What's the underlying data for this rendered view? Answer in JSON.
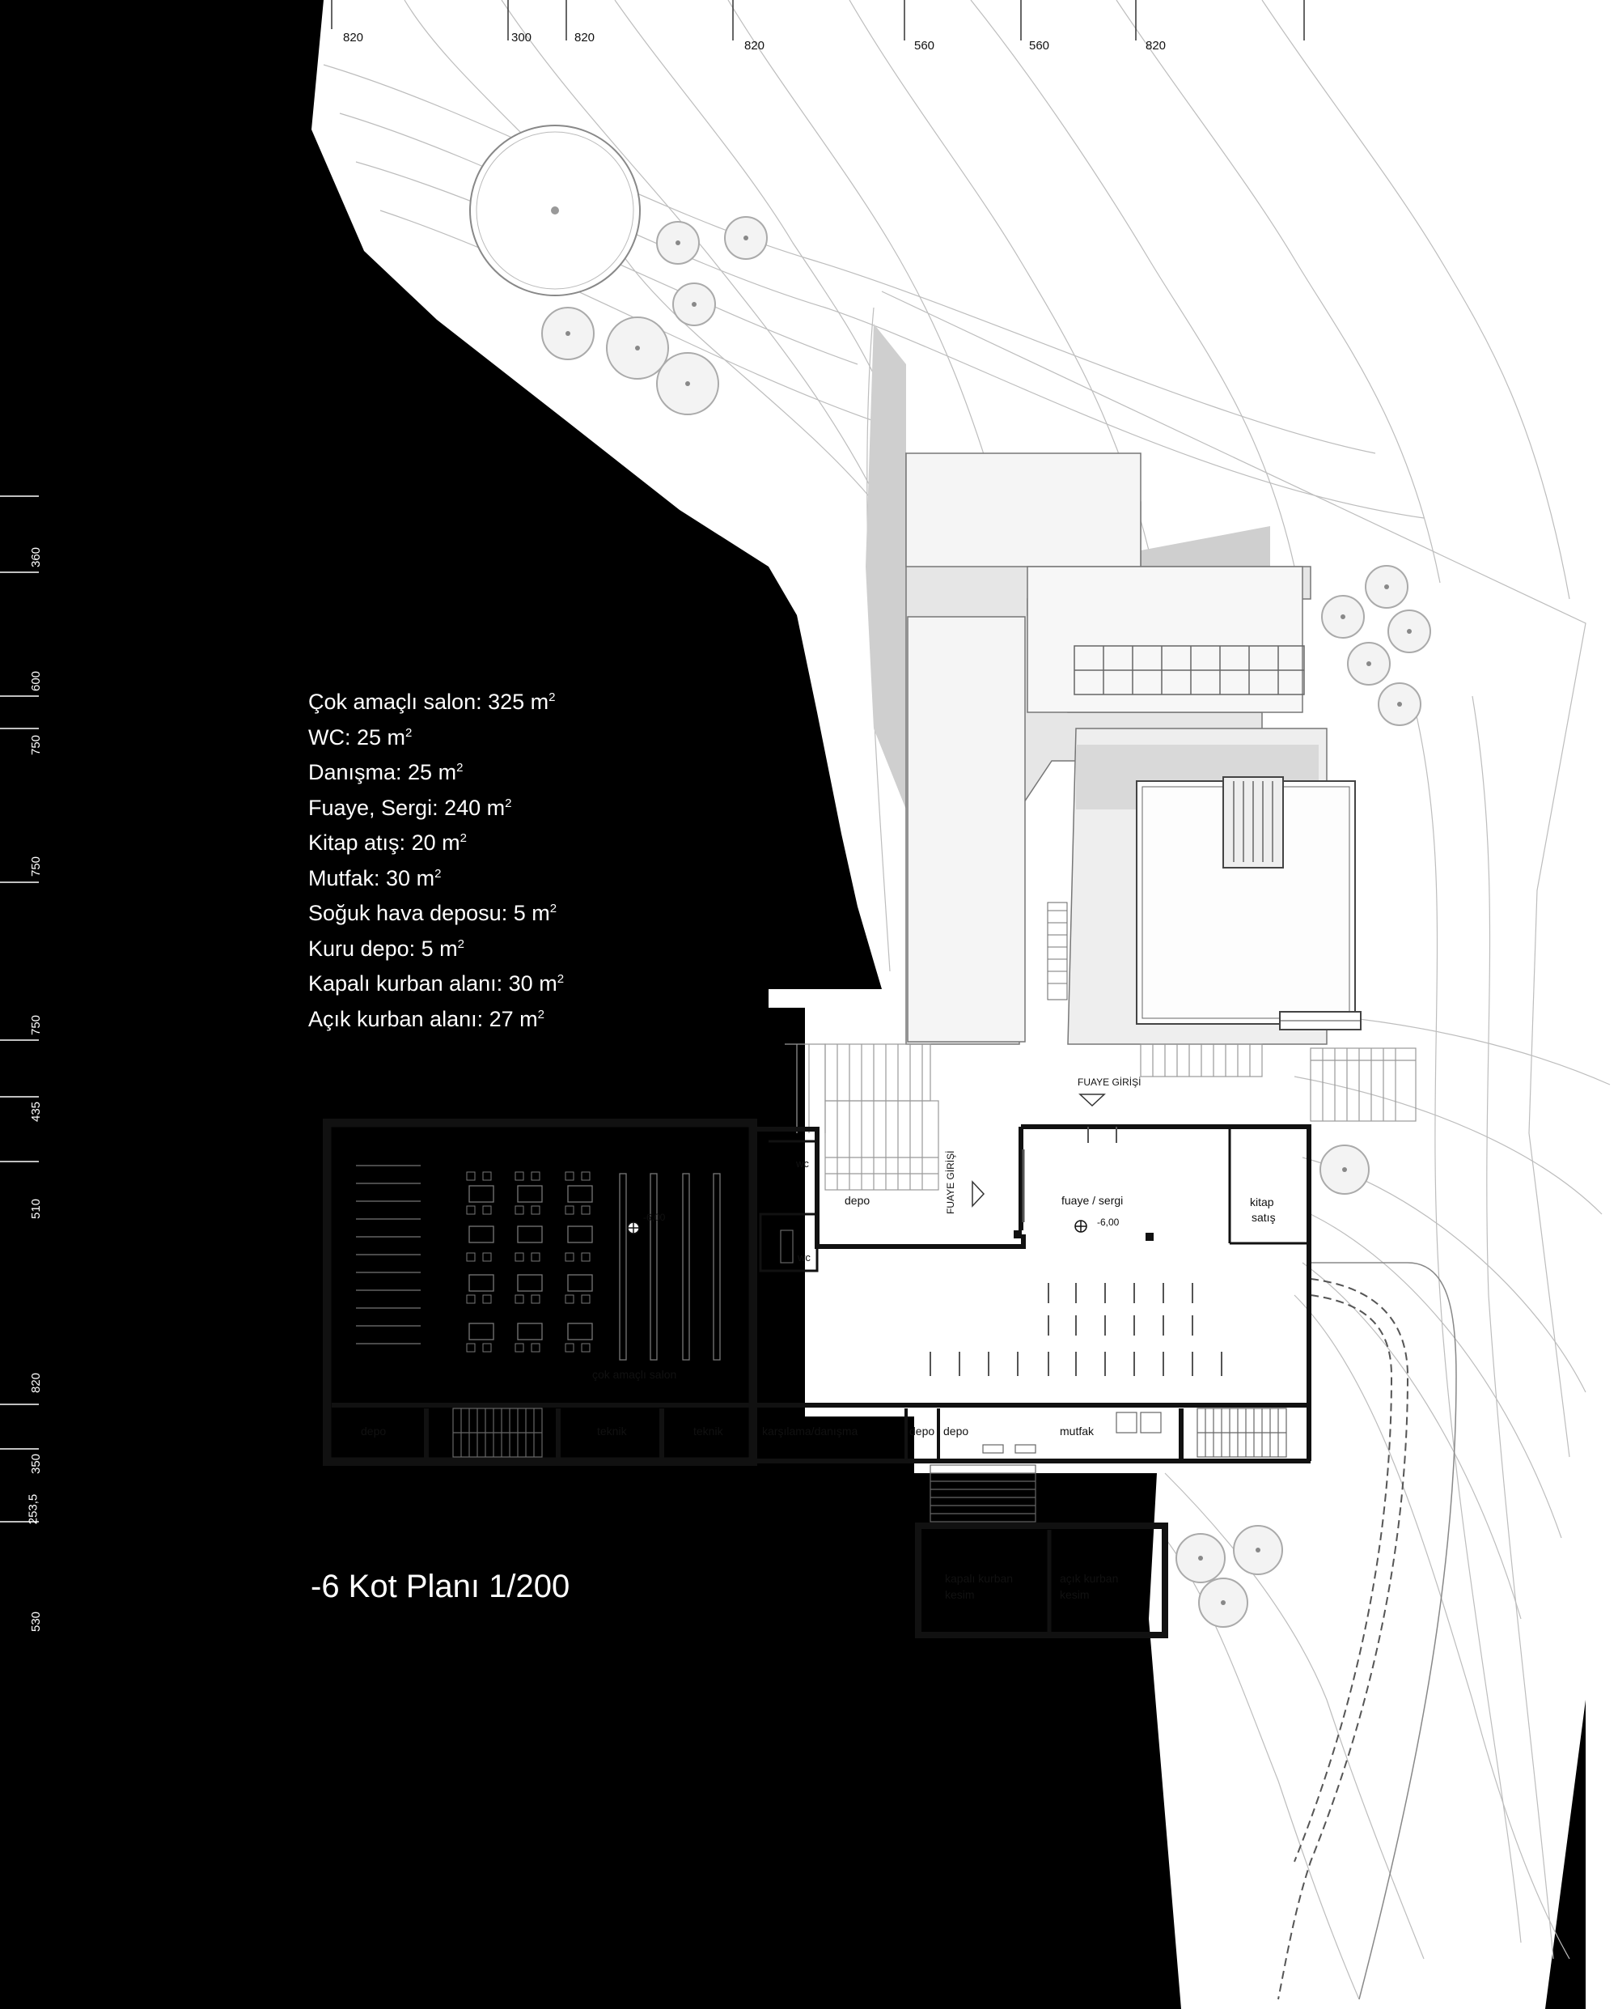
{
  "plan_title": "-6 Kot Planı 1/200",
  "area_list": [
    {
      "label": "Çok amaçlı salon: 325 m",
      "sup": "2"
    },
    {
      "label": "WC: 25 m",
      "sup": "2"
    },
    {
      "label": "Danışma: 25 m",
      "sup": "2"
    },
    {
      "label": "Fuaye, Sergi: 240 m",
      "sup": "2"
    },
    {
      "label": "Kitap atış: 20 m",
      "sup": "2"
    },
    {
      "label": "Mutfak: 30 m",
      "sup": "2"
    },
    {
      "label": "Soğuk hava deposu: 5 m",
      "sup": "2"
    },
    {
      "label": "Kuru depo: 5 m",
      "sup": "2"
    },
    {
      "label": "Kapalı kurban alanı: 30 m",
      "sup": "2"
    },
    {
      "label": "Açık kurban alanı: 27 m",
      "sup": "2"
    }
  ],
  "top_dimensions": [
    "820",
    "300",
    "820",
    "820",
    "560",
    "560",
    "820"
  ],
  "side_dimensions": [
    "360",
    "600",
    "750",
    "750",
    "750",
    "435",
    "510",
    "820",
    "350",
    "253,5",
    "530"
  ],
  "rooms": {
    "multipurpose_hall": "çok amaçlı salon",
    "level_hall": "-6,00",
    "wc_top": "wc",
    "wc_bottom": "wc",
    "depo_upper": "depo",
    "foyer_entrance_vertical": "FUAYE GİRİŞİ",
    "foyer_entrance": "FUAYE GİRİŞİ",
    "foyer": "fuaye / sergi",
    "level_foyer": "-6,00",
    "book_sales_1": "kitap",
    "book_sales_2": "satış",
    "depo_left": "depo",
    "teknik_1": "teknik",
    "teknik_2": "teknik",
    "reception": "karşılama/danışma",
    "depo_k1": "depo",
    "depo_k2": "depo",
    "kitchen": "mutfak",
    "closed_slaughter_1": "kapalı kurban",
    "closed_slaughter_2": "kesim",
    "open_slaughter_1": "açık kurban",
    "open_slaughter_2": "kesim"
  }
}
